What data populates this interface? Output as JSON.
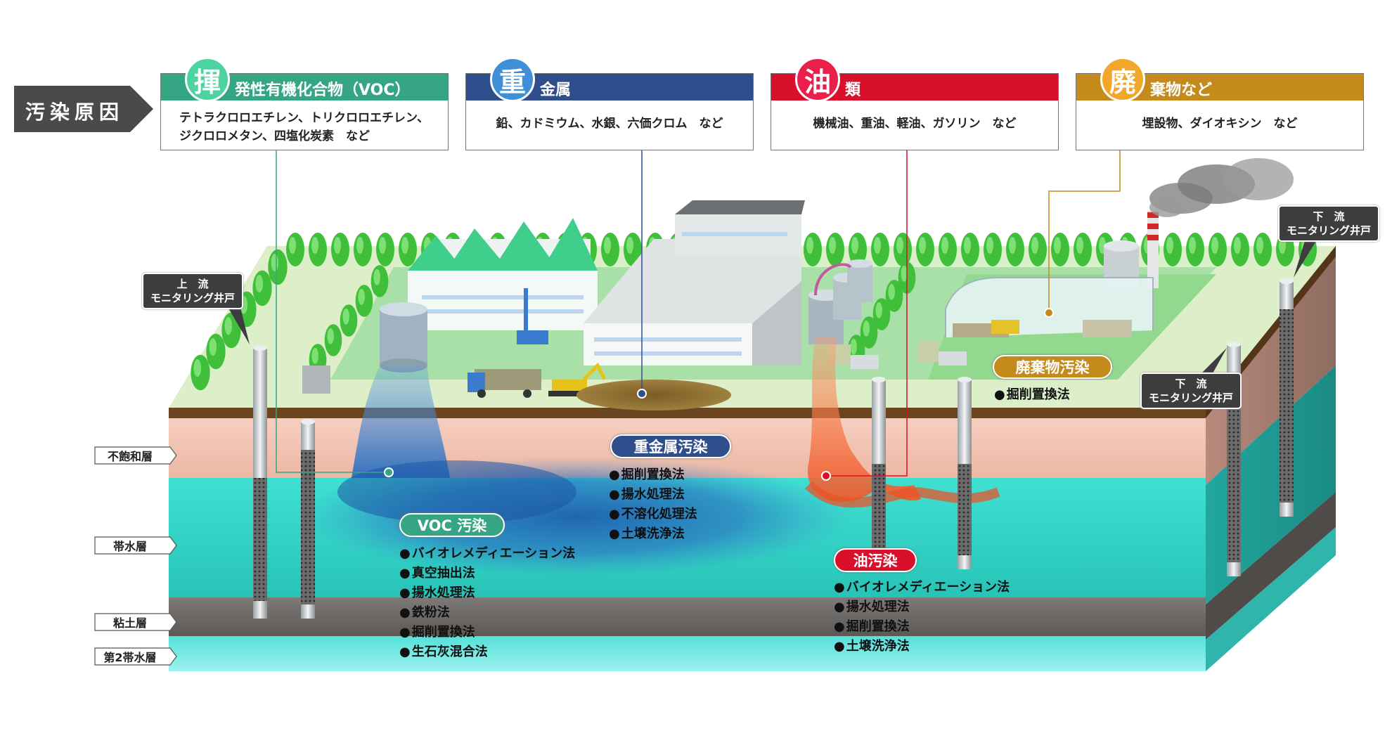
{
  "header": {
    "label": "汚染原因"
  },
  "categories": [
    {
      "badge": "揮",
      "title": "発性有機化合物（VOC）",
      "examples": [
        "テトラクロロエチレン、トリクロロエチレン、",
        "ジクロロメタン、四塩化炭素　など"
      ],
      "color": "#35a583",
      "badge_color": "#4cd3a0"
    },
    {
      "badge": "重",
      "title": "金属",
      "examples": [
        "鉛、カドミウム、水銀、六価クロム　など"
      ],
      "color": "#2f4f8c",
      "badge_color": "#3f8fd8"
    },
    {
      "badge": "油",
      "title": "類",
      "examples": [
        "機械油、重油、軽油、ガソリン　など"
      ],
      "color": "#d8102b",
      "badge_color": "#e8204a"
    },
    {
      "badge": "廃",
      "title": "棄物など",
      "examples": [
        "埋設物、ダイオキシン　など"
      ],
      "color": "#c48a1c",
      "badge_color": "#f0a72c"
    }
  ],
  "layers": [
    "不飽和層",
    "帯水層",
    "粘土層",
    "第2帯水層"
  ],
  "monitoring": {
    "upstream": [
      "上　流",
      "モニタリング井戸"
    ],
    "downstream_right": [
      "下　流",
      "モニタリング井戸"
    ],
    "downstream_mid": [
      "下　流",
      "モニタリング井戸"
    ]
  },
  "contamination": [
    {
      "label": "VOC 汚染",
      "color": "#35a583",
      "methods": [
        "バイオレメディエーション法",
        "真空抽出法",
        "揚水処理法",
        "鉄粉法",
        "掘削置換法",
        "生石灰混合法"
      ]
    },
    {
      "label": "重金属汚染",
      "color": "#2f4f8c",
      "methods": [
        "掘削置換法",
        "揚水処理法",
        "不溶化処理法",
        "土壌洗浄法"
      ]
    },
    {
      "label": "油汚染",
      "color": "#d8102b",
      "methods": [
        "バイオレメディエーション法",
        "揚水処理法",
        "掘削置換法",
        "土壌洗浄法"
      ]
    },
    {
      "label": "廃棄物汚染",
      "color": "#c48a1c",
      "methods": [
        "掘削置換法"
      ]
    }
  ]
}
